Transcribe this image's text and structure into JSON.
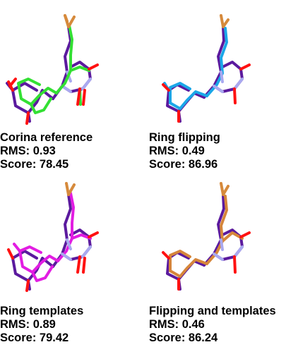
{
  "colors": {
    "reference": "#5b1a9e",
    "oxygen": "#ff1111",
    "nitrogen": "#a9a9f0",
    "carbon_top": "#d68a3c"
  },
  "panels": [
    {
      "id": "corina",
      "title": "Corina reference",
      "rms": "RMS: 0.93",
      "score": "Score: 78.45",
      "model_color": "#33e033",
      "model_shape": "corina"
    },
    {
      "id": "flip",
      "title": "Ring flipping",
      "rms": "RMS: 0.49",
      "score": "Score: 86.96",
      "model_color": "#1aa7e8",
      "model_shape": "close"
    },
    {
      "id": "templ",
      "title": "Ring templates",
      "rms": "RMS: 0.89",
      "score": "Score: 79.42",
      "model_color": "#e21de2",
      "model_shape": "corina"
    },
    {
      "id": "fliptempl",
      "title": "Flipping and templates",
      "rms": "RMS: 0.46",
      "score": "Score: 86.24",
      "model_color": "#d6863a",
      "model_shape": "close"
    }
  ]
}
